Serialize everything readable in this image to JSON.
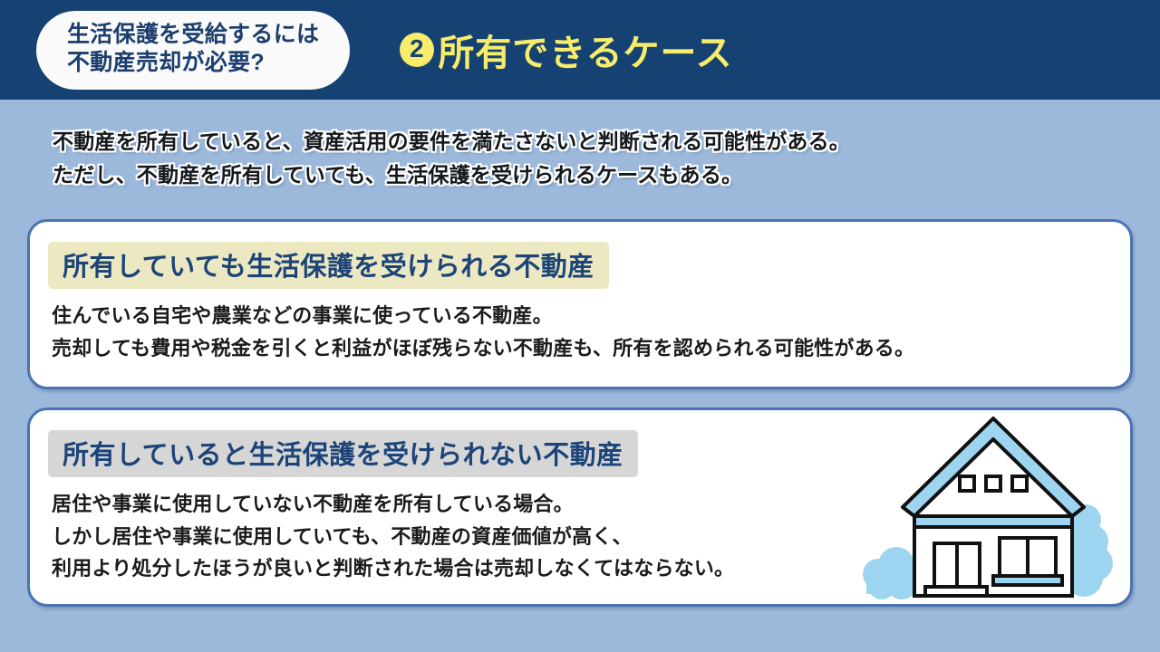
{
  "header": {
    "pill_line_1": "生活保護を受給するには",
    "pill_line_2": "不動産売却が必要?",
    "badge_number": "2",
    "title": "所有できるケース",
    "bg_color": "#164273",
    "title_color": "#f7ed6a"
  },
  "intro": {
    "line_1": "不動産を所有していると、資産活用の要件を満たさないと判断される可能性がある。",
    "line_2": "ただし、不動産を所有していても、生活保護を受けられるケースもある。"
  },
  "cards": [
    {
      "heading": "所有していても生活保護を受けられる不動産",
      "heading_bg": "#ece9c2",
      "lines": [
        "住んでいる自宅や農業などの事業に使っている不動産。",
        "売却しても費用や税金を引くと利益がほぼ残らない不動産も、所有を認められる可能性がある。"
      ]
    },
    {
      "heading": "所有していると生活保護を受けられない不動産",
      "heading_bg": "#d6d6d6",
      "lines": [
        "居住や事業に使用していない不動産を所有している場合。",
        "しかし居住や事業に使用していても、不動産の資産価値が高く、",
        "利用より処分したほうが良いと判断された場合は売却しなくてはならない。"
      ]
    }
  ],
  "illustration": {
    "name": "house-illustration",
    "accent_color": "#9dd5f0",
    "outline_color": "#111111",
    "page_bg": "#9cb9dc"
  }
}
